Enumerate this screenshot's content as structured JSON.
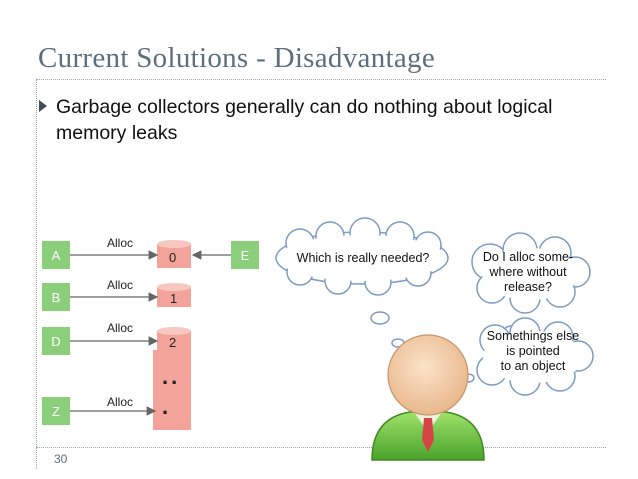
{
  "slide": {
    "title": "Current Solutions - Disadvantage",
    "bullet": "Garbage collectors generally can do nothing about logical memory leaks",
    "page_number": "30"
  },
  "diagram": {
    "objects": [
      "A",
      "B",
      "D",
      "Z",
      "E"
    ],
    "alloc_label": "Alloc",
    "cells": [
      "0",
      "1",
      "2"
    ],
    "ellipsis_top": "..",
    "ellipsis_bottom": ".",
    "colors": {
      "object_box": "#8ccf7a",
      "cell": "#f3a39a",
      "cell_top": "#f8c7c0",
      "arrow": "#666666"
    }
  },
  "thoughts": {
    "q1": "Which is really needed?",
    "q2": "Do I alloc some-where without release?",
    "q2_lines": [
      "Do I alloc some-",
      "where without",
      "release?"
    ],
    "q3_lines": [
      "Somethings else",
      "is pointed",
      "to an object"
    ]
  }
}
